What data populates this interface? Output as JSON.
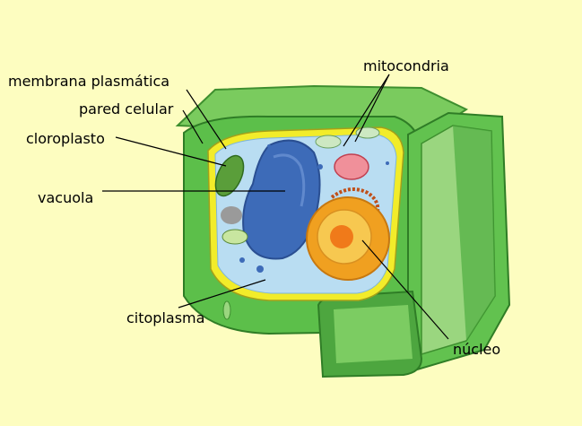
{
  "labels": {
    "membrana": "membrana plasmática",
    "pared": "pared celular",
    "cloroplasto": "cloroplasto",
    "vacuola": "vacuola",
    "citoplasma": "citoplasma",
    "mitocondria": "mitocondria",
    "nucleo": "núcleo"
  },
  "colors": {
    "background": "#fdfdc0",
    "cell_wall": "#5cbf4a",
    "cell_wall_dark": "#3e9a36",
    "cell_wall_light": "#9ad67f",
    "membrane": "#f2ec2a",
    "cytoplasm": "#b9ddf2",
    "vacuole": "#3d6bb8",
    "nucleus": "#f0a020",
    "nucleolus": "#f07a1a",
    "mitochondria": "#f0909a",
    "chloroplast": "#5a9e3a"
  }
}
